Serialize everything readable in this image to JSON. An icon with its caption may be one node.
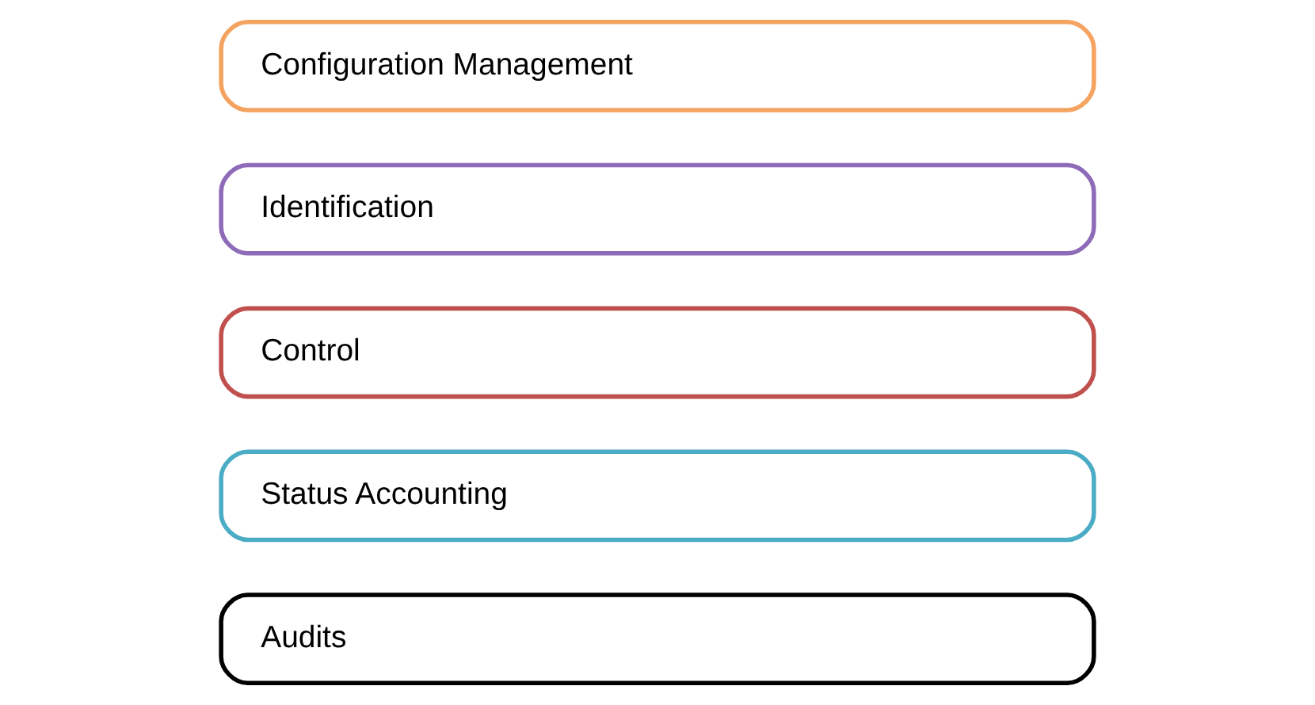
{
  "diagram": {
    "nodes": [
      {
        "text": [
          "Configuration Management"
        ]
      },
      {
        "text": [
          "Identification"
        ]
      },
      {
        "text": [
          "Control"
        ]
      },
      {
        "text": [
          "Status Accounting"
        ]
      },
      {
        "text": [
          "Audits"
        ]
      }
    ]
  }
}
